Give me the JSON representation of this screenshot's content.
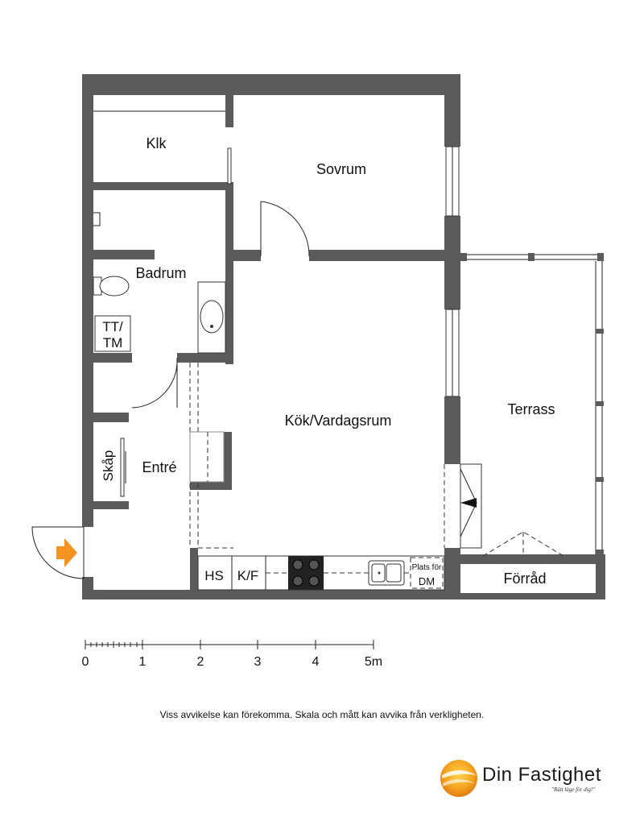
{
  "rooms": {
    "klk": "Klk",
    "sovrum": "Sovrum",
    "badrum": "Badrum",
    "tt": "TT/",
    "tm": "TM",
    "entre": "Entré",
    "skap": "Skåp",
    "kok": "Kök/Vardagsrum",
    "terrass": "Terrass",
    "forrad": "Förråd"
  },
  "appliances": {
    "hs": "HS",
    "kf": "K/F",
    "plats_for": "Plats för",
    "dm": "DM"
  },
  "scale": {
    "ticks": [
      "0",
      "1",
      "2",
      "3",
      "4",
      "5m"
    ]
  },
  "disclaimer": "Viss avvikelse kan förekomma. Skala och mått kan avvika från verkligheten.",
  "brand": {
    "name": "Din Fastighet",
    "tagline": "\"Rätt läge för dig!\""
  },
  "colors": {
    "wall": "#5b5b5b",
    "entry_arrow": "#f39322",
    "logo_orange": "#f5a623"
  }
}
